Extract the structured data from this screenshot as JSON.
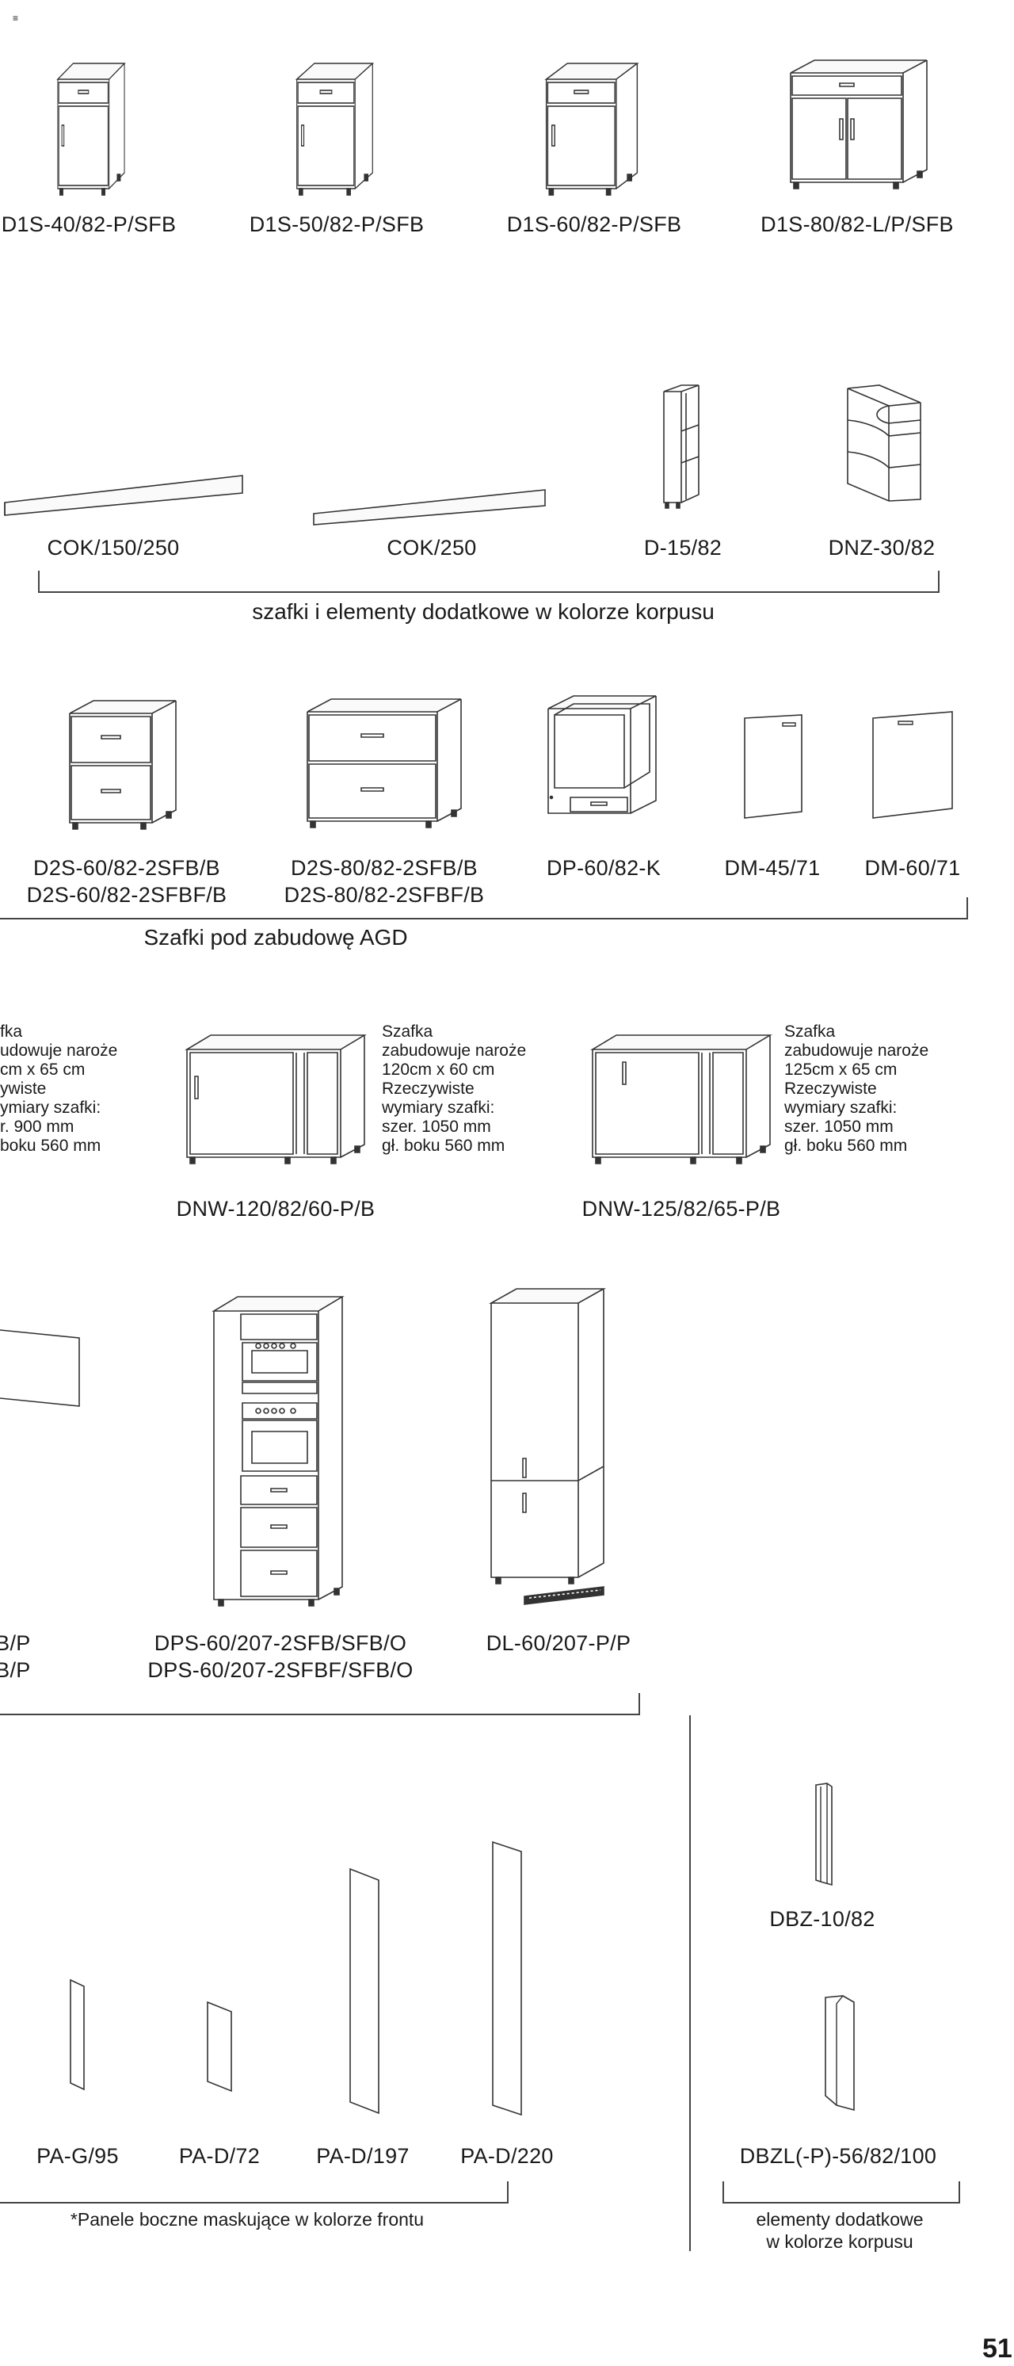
{
  "corner_mark": "≡",
  "page_number": "51",
  "row1": {
    "items": [
      {
        "code": "D1S-40/82-P/SFB"
      },
      {
        "code": "D1S-50/82-P/SFB"
      },
      {
        "code": "D1S-60/82-P/SFB"
      },
      {
        "code": "D1S-80/82-L/P/SFB"
      }
    ]
  },
  "row2": {
    "items": [
      {
        "code": "COK/150/250"
      },
      {
        "code": "COK/250"
      },
      {
        "code": "D-15/82"
      },
      {
        "code": "DNZ-30/82"
      }
    ],
    "caption": "szafki i elementy dodatkowe w kolorze korpusu"
  },
  "row3": {
    "items": [
      {
        "line1": "D2S-60/82-2SFB/B",
        "line2": "D2S-60/82-2SFBF/B"
      },
      {
        "line1": "D2S-80/82-2SFB/B",
        "line2": "D2S-80/82-2SFBF/B"
      },
      {
        "line1": "DP-60/82-K"
      },
      {
        "line1": "DM-45/71"
      },
      {
        "line1": "DM-60/71"
      }
    ],
    "caption": "Szafki pod zabudowę AGD"
  },
  "row4": {
    "left_note": [
      "fka",
      "udowuje naroże",
      "cm x 65 cm",
      "ywiste",
      "ymiary szafki:",
      "r. 900 mm",
      "boku 560 mm"
    ],
    "items": [
      {
        "code": "DNW-120/82/60-P/B",
        "note": [
          "Szafka",
          "zabudowuje naroże",
          "120cm x 60 cm",
          "Rzeczywiste",
          "wymiary szafki:",
          "szer. 1050 mm",
          "gł. boku 560 mm"
        ]
      },
      {
        "code": "DNW-125/82/65-P/B",
        "note": [
          "Szafka",
          "zabudowuje naroże",
          "125cm x 65 cm",
          "Rzeczywiste",
          "wymiary szafki:",
          "szer. 1050 mm",
          "gł. boku 560 mm"
        ]
      }
    ]
  },
  "row5": {
    "left_partial": {
      "line1": "FB/P",
      "line2": "FB/P"
    },
    "items": [
      {
        "line1": "DPS-60/207-2SFB/SFB/O",
        "line2": "DPS-60/207-2SFBF/SFB/O"
      },
      {
        "line1": "DL-60/207-P/P"
      }
    ]
  },
  "row6": {
    "panels": [
      {
        "code": "PA-G/95"
      },
      {
        "code": "PA-D/72"
      },
      {
        "code": "PA-D/197"
      },
      {
        "code": "PA-D/220"
      }
    ],
    "panels_caption": "*Panele boczne maskujące w kolorze frontu",
    "extras": [
      {
        "code": "DBZ-10/82"
      },
      {
        "code": "DBZL(-P)-56/82/100"
      }
    ],
    "extras_caption": [
      "elementy dodatkowe",
      "w kolorze korpusu"
    ]
  }
}
